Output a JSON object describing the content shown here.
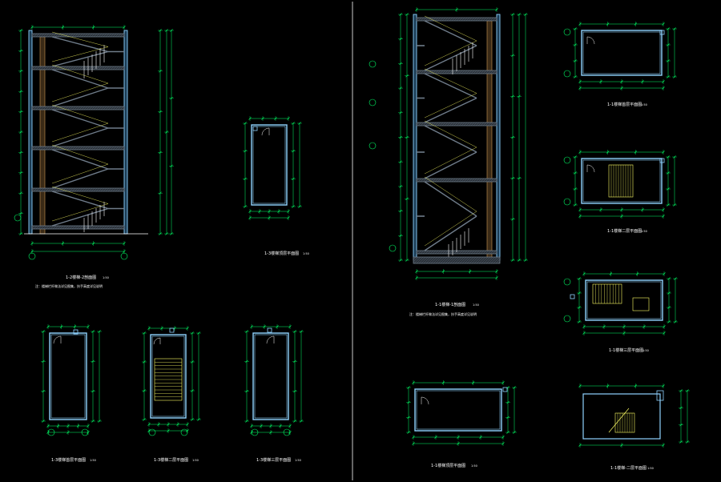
{
  "colors": {
    "background": "#000000",
    "dimension": "#00ff66",
    "wall": "#8fd3ff",
    "hatch": "#6f7c8a",
    "accent": "#ffff66",
    "door": "#ffffff",
    "text": "#ffffff",
    "grid_bubble": "#00ff66",
    "divider": "#ffffff"
  },
  "drawings": {
    "section_a_title": "1-2楼梯-2剖面图",
    "section_a_scale": "1:50",
    "section_a_note": "注：楼梯栏杆做法详见图集，扶手高度详见说明",
    "plan_small_title": "1-3楼梯顶层平面图",
    "plan_small_scale": "1:50",
    "plan_row1_title": "1-3楼梯首层平面图",
    "plan_row1_scale": "1:50",
    "plan_row2_title": "1-3楼梯二层平面图",
    "plan_row2_scale": "1:50",
    "plan_row3_title": "1-3楼梯三层平面图",
    "plan_row3_scale": "1:50",
    "section_b_title": "1-1楼梯-1剖面图",
    "section_b_scale": "1:50",
    "section_b_note": "注：楼梯栏杆做法详见图集，扶手高度详见说明",
    "plan_bottom_title": "1-1楼梯顶层平面图",
    "plan_bottom_scale": "1:50",
    "plan_r1_title": "1-1楼梯首层平面图",
    "plan_r1_scale": "1:50",
    "plan_r2_title": "1-1楼梯二层平面图",
    "plan_r2_scale": "1:50",
    "plan_r3_title": "1-1楼梯三层平面图",
    "plan_r3_scale": "1:50",
    "plan_r4_title": "1-1楼梯-二层平面图",
    "plan_r4_scale": "1:50"
  }
}
